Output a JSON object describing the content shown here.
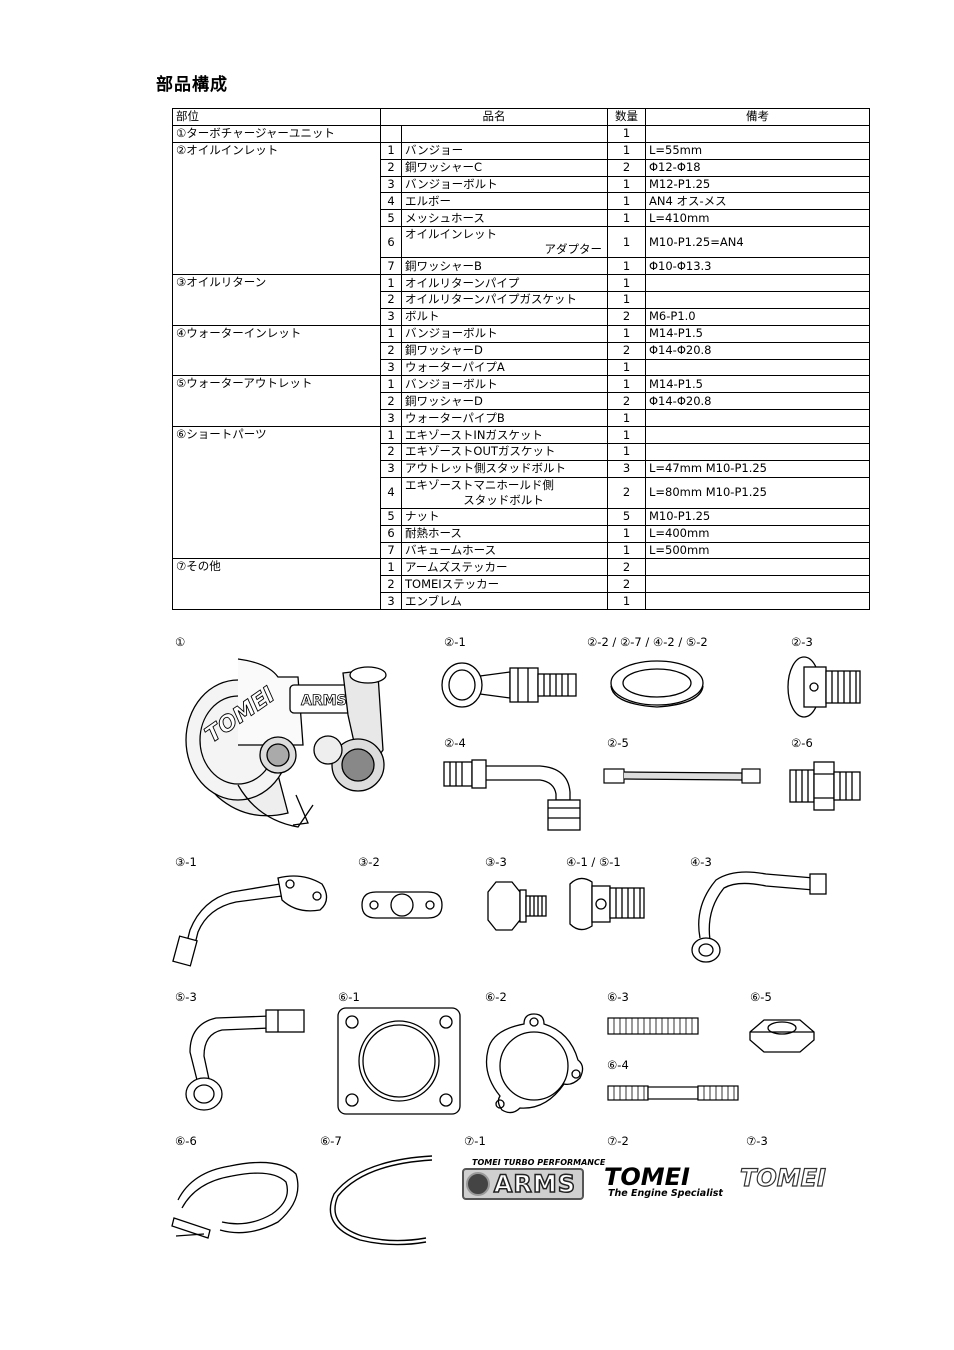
{
  "page_title": "部品構成",
  "table": {
    "headers": {
      "part": "部位",
      "name": "品名",
      "qty": "数量",
      "note": "備考"
    },
    "sections": [
      {
        "part": "①ターボチャージャーユニット",
        "rows": [
          {
            "no": "",
            "name": "",
            "name2": "",
            "qty": "1",
            "note": ""
          }
        ]
      },
      {
        "part": "②オイルインレット",
        "rows": [
          {
            "no": "1",
            "name": "バンジョー",
            "name2": "",
            "qty": "1",
            "note": "L=55mm"
          },
          {
            "no": "2",
            "name": "銅ワッシャーC",
            "name2": "",
            "qty": "2",
            "note": "Φ12-Φ18"
          },
          {
            "no": "3",
            "name": "バンジョーボルト",
            "name2": "",
            "qty": "1",
            "note": "M12-P1.25"
          },
          {
            "no": "4",
            "name": "エルボー",
            "name2": "",
            "qty": "1",
            "note": "AN4 オス-メス"
          },
          {
            "no": "5",
            "name": "メッシュホース",
            "name2": "",
            "qty": "1",
            "note": "L=410mm"
          },
          {
            "no": "6",
            "name": "オイルインレット",
            "name2": "アダプター",
            "qty": "1",
            "note": "M10-P1.25=AN4"
          },
          {
            "no": "7",
            "name": "銅ワッシャーB",
            "name2": "",
            "qty": "1",
            "note": "Φ10-Φ13.3"
          }
        ]
      },
      {
        "part": "③オイルリターン",
        "rows": [
          {
            "no": "1",
            "name": "オイルリターンパイプ",
            "name2": "",
            "qty": "1",
            "note": ""
          },
          {
            "no": "2",
            "name": "オイルリターンパイプガスケット",
            "name2": "",
            "qty": "1",
            "note": ""
          },
          {
            "no": "3",
            "name": "ボルト",
            "name2": "",
            "qty": "2",
            "note": "M6-P1.0"
          }
        ]
      },
      {
        "part": "④ウォーターインレット",
        "rows": [
          {
            "no": "1",
            "name": "バンジョーボルト",
            "name2": "",
            "qty": "1",
            "note": "M14-P1.5"
          },
          {
            "no": "2",
            "name": "銅ワッシャーD",
            "name2": "",
            "qty": "2",
            "note": "Φ14-Φ20.8"
          },
          {
            "no": "3",
            "name": "ウォーターパイプA",
            "name2": "",
            "qty": "1",
            "note": ""
          }
        ]
      },
      {
        "part": "⑤ウォーターアウトレット",
        "rows": [
          {
            "no": "1",
            "name": "バンジョーボルト",
            "name2": "",
            "qty": "1",
            "note": "M14-P1.5"
          },
          {
            "no": "2",
            "name": "銅ワッシャーD",
            "name2": "",
            "qty": "2",
            "note": "Φ14-Φ20.8"
          },
          {
            "no": "3",
            "name": "ウォーターパイプB",
            "name2": "",
            "qty": "1",
            "note": ""
          }
        ]
      },
      {
        "part": "⑥ショートパーツ",
        "rows": [
          {
            "no": "1",
            "name": "エキゾーストINガスケット",
            "name2": "",
            "qty": "1",
            "note": ""
          },
          {
            "no": "2",
            "name": "エキゾーストOUTガスケット",
            "name2": "",
            "qty": "1",
            "note": ""
          },
          {
            "no": "3",
            "name": "アウトレット側スタッドボルト",
            "name2": "",
            "qty": "3",
            "note": "L=47mm M10-P1.25"
          },
          {
            "no": "4",
            "name": "エキゾーストマニホールド側",
            "name2": "スタッドボルト",
            "qty": "2",
            "note": "L=80mm M10-P1.25"
          },
          {
            "no": "5",
            "name": "ナット",
            "name2": "",
            "qty": "5",
            "note": "M10-P1.25"
          },
          {
            "no": "6",
            "name": "耐熱ホース",
            "name2": "",
            "qty": "1",
            "note": "L=400mm"
          },
          {
            "no": "7",
            "name": "バキュームホース",
            "name2": "",
            "qty": "1",
            "note": "L=500mm"
          }
        ]
      },
      {
        "part": "⑦その他",
        "rows": [
          {
            "no": "1",
            "name": "アームズステッカー",
            "name2": "",
            "qty": "2",
            "note": ""
          },
          {
            "no": "2",
            "name": "TOMEIステッカー",
            "name2": "",
            "qty": "2",
            "note": ""
          },
          {
            "no": "3",
            "name": "エンブレム",
            "name2": "",
            "qty": "1",
            "note": ""
          }
        ]
      }
    ]
  },
  "figure_labels": {
    "f1": "①",
    "f2_1": "②-1",
    "f2_2": "②-2 / ②-7 / ④-2 / ⑤-2",
    "f2_3": "②-3",
    "f2_4": "②-4",
    "f2_5": "②-5",
    "f2_6": "②-6",
    "f3_1": "③-1",
    "f3_2": "③-2",
    "f3_3": "③-3",
    "f4_1": "④-1 / ⑤-1",
    "f4_3": "④-3",
    "f5_3": "⑤-3",
    "f6_1": "⑥-1",
    "f6_2": "⑥-2",
    "f6_3": "⑥-3",
    "f6_4": "⑥-4",
    "f6_5": "⑥-5",
    "f6_6": "⑥-6",
    "f6_7": "⑥-7",
    "f7_1": "⑦-1",
    "f7_2": "⑦-2",
    "f7_3": "⑦-3"
  },
  "logos": {
    "arms_small": "TOMEI TURBO PERFORMANCE",
    "arms_big": "ARMS",
    "tomei_big": "TOMEI",
    "tomei_tagline": "The Engine Specialist",
    "emblem": "TOMEI",
    "turbo_brand": "TOMEI",
    "turbo_badge": "ARMS"
  }
}
